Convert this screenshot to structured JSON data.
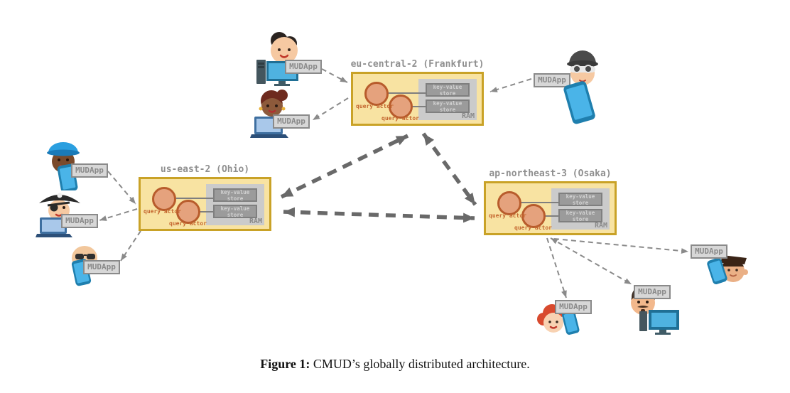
{
  "caption": {
    "label": "Figure 1:",
    "text": "CMUD’s globally distributed architecture."
  },
  "regions": [
    {
      "name": "eu-central-2",
      "label": "eu-central-2 (Frankfurt)",
      "actors": [
        "query actor",
        "query actor"
      ],
      "stores": [
        "key-value store",
        "key-value store"
      ],
      "ram_label": "RAM"
    },
    {
      "name": "us-east-2",
      "label": "us-east-2 (Ohio)",
      "actors": [
        "query actor",
        "query actor"
      ],
      "stores": [
        "key-value store",
        "key-value store"
      ],
      "ram_label": "RAM"
    },
    {
      "name": "ap-northeast-3",
      "label": "ap-northeast-3 (Osaka)",
      "actors": [
        "query actor",
        "query actor"
      ],
      "stores": [
        "key-value store",
        "key-value store"
      ],
      "ram_label": "RAM"
    }
  ],
  "clients": [
    {
      "label": "MUDApp",
      "icon": "man-desktop",
      "connected_region": "eu-central-2"
    },
    {
      "label": "MUDApp",
      "icon": "woman-laptop",
      "connected_region": "eu-central-2"
    },
    {
      "label": "MUDApp",
      "icon": "hacker-phone",
      "connected_region": "eu-central-2"
    },
    {
      "label": "MUDApp",
      "icon": "police-officer-phone",
      "connected_region": "us-east-2"
    },
    {
      "label": "MUDApp",
      "icon": "pirate-laptop",
      "connected_region": "us-east-2"
    },
    {
      "label": "MUDApp",
      "icon": "bald-sunglasses-phone",
      "connected_region": "us-east-2"
    },
    {
      "label": "MUDApp",
      "icon": "redhead-phone",
      "connected_region": "ap-northeast-3"
    },
    {
      "label": "MUDApp",
      "icon": "mustache-man-desktop",
      "connected_region": "ap-northeast-3"
    },
    {
      "label": "MUDApp",
      "icon": "flattop-man-phone",
      "connected_region": "ap-northeast-3"
    }
  ],
  "colors": {
    "region_fill": "#f8e3a2",
    "region_border": "#c9a227",
    "actor_fill": "#e5a27d",
    "actor_border": "#b85c2c",
    "actor_text": "#c4662f",
    "ram_panel": "#cbcbcb",
    "store_fill": "#9b9b9b",
    "store_text": "#d2d2d2",
    "label_gray": "#8a8a8a",
    "arrow_thin": "#8a8a8a",
    "arrow_thick": "#696969"
  }
}
